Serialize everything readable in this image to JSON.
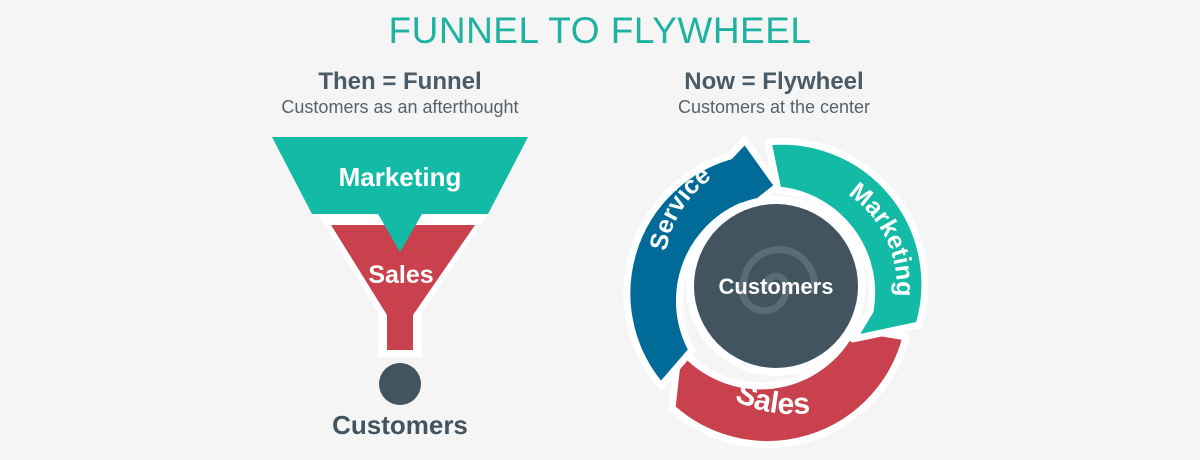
{
  "title": "FUNNEL TO FLYWHEEL",
  "funnel": {
    "heading": "Then = Funnel",
    "subheading": "Customers as an afterthought",
    "top_label": "Marketing",
    "middle_label": "Sales",
    "bottom_label": "Customers"
  },
  "flywheel": {
    "heading": "Now = Flywheel",
    "subheading": "Customers at the center",
    "center_label": "Customers",
    "segments": [
      {
        "label": "Service",
        "color": "#006a99"
      },
      {
        "label": "Marketing",
        "color": "#13bba6"
      },
      {
        "label": "Sales",
        "color": "#c9414c"
      }
    ]
  },
  "colors": {
    "teal": "#13bba6",
    "red": "#c9414c",
    "blue": "#006a99",
    "slate": "#41545f",
    "title": "#20b2a0"
  }
}
